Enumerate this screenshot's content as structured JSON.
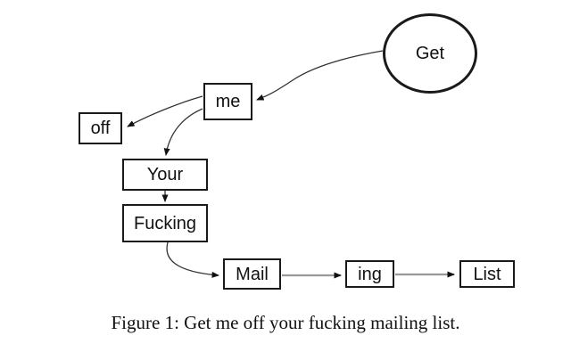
{
  "figure": {
    "type": "flow-diagram",
    "caption": "Figure 1: Get me off your fucking mailing list.",
    "colors": {
      "background": "#ffffff",
      "node_stroke": "#1a1a1a",
      "edge_black": "#333333",
      "edge_gray": "#999999",
      "text": "#111111"
    },
    "nodes": [
      {
        "id": "get",
        "label": "Get",
        "shape": "ellipse"
      },
      {
        "id": "me",
        "label": "me",
        "shape": "rect"
      },
      {
        "id": "off",
        "label": "off",
        "shape": "rect"
      },
      {
        "id": "your",
        "label": "Your",
        "shape": "rect"
      },
      {
        "id": "fucking",
        "label": "Fucking",
        "shape": "rect"
      },
      {
        "id": "mail",
        "label": "Mail",
        "shape": "rect"
      },
      {
        "id": "ing",
        "label": "ing",
        "shape": "rect"
      },
      {
        "id": "list",
        "label": "List",
        "shape": "rect"
      }
    ],
    "edges": [
      {
        "from": "get",
        "to": "me",
        "style": "curved-thin-black"
      },
      {
        "from": "me",
        "to": "off",
        "style": "curved-thin-black"
      },
      {
        "from": "me",
        "to": "your",
        "style": "curved-thin-black"
      },
      {
        "from": "your",
        "to": "fucking",
        "style": "straight-thin-black"
      },
      {
        "from": "fucking",
        "to": "mail",
        "style": "curved-thin-black"
      },
      {
        "from": "mail",
        "to": "ing",
        "style": "straight-gray"
      },
      {
        "from": "ing",
        "to": "list",
        "style": "straight-gray"
      }
    ]
  }
}
